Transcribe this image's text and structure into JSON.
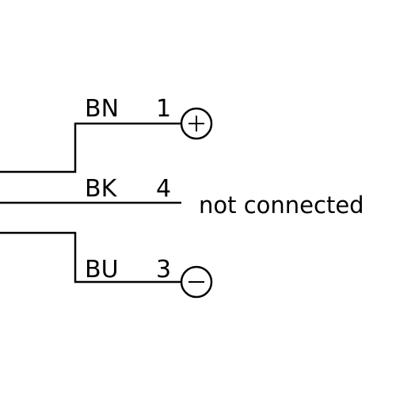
{
  "diagram": {
    "colors": {
      "line": "#000000",
      "background": "#ffffff"
    },
    "wires": [
      {
        "color_code": "BN",
        "pin": "1",
        "terminal_icon": "plus-circle-icon"
      },
      {
        "color_code": "BK",
        "pin": "4",
        "note": "not connected"
      },
      {
        "color_code": "BU",
        "pin": "3",
        "terminal_icon": "minus-circle-icon"
      }
    ]
  }
}
